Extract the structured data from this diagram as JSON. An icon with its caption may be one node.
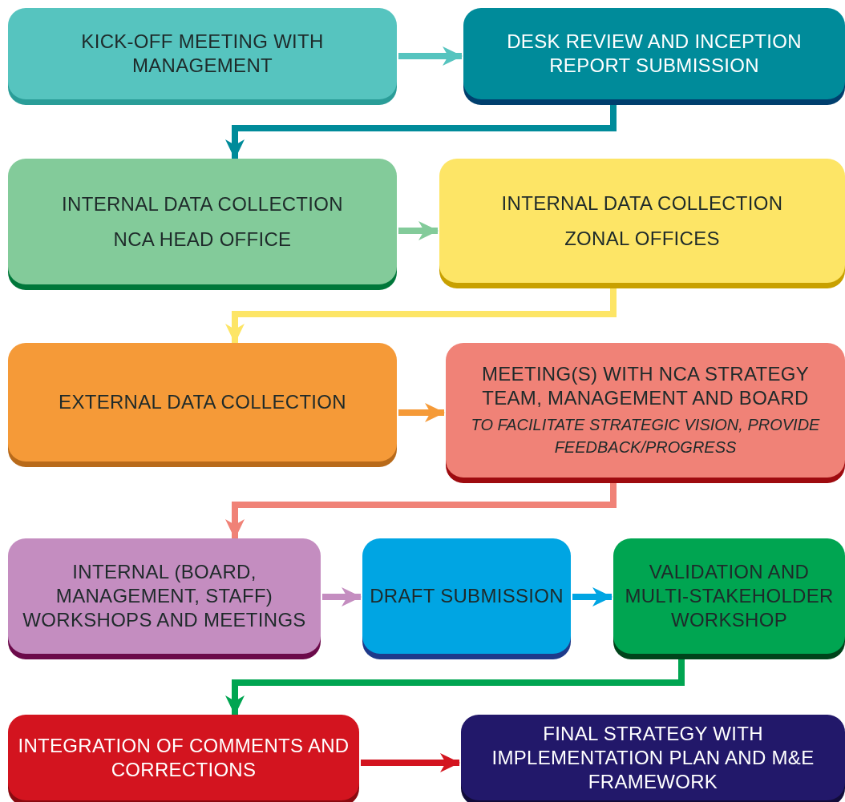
{
  "diagram": {
    "nodes": [
      {
        "text": [
          "KICK-OFF MEETING WITH MANAGEMENT"
        ]
      },
      {
        "text": [
          "DESK REVIEW AND INCEPTION REPORT SUBMISSION"
        ]
      },
      {
        "text": [
          "INTERNAL DATA COLLECTION",
          "NCA HEAD OFFICE"
        ]
      },
      {
        "text": [
          "INTERNAL DATA COLLECTION",
          "ZONAL OFFICES"
        ]
      },
      {
        "text": [
          "EXTERNAL DATA COLLECTION"
        ]
      },
      {
        "text": [
          "MEETING(S) WITH NCA STRATEGY TEAM, MANAGEMENT AND BOARD",
          "TO FACILITATE STRATEGIC VISION, PROVIDE FEEDBACK/PROGRESS"
        ]
      },
      {
        "text": [
          "INTERNAL (BOARD, MANAGEMENT, STAFF) WORKSHOPS AND MEETINGS"
        ]
      },
      {
        "text": [
          "DRAFT SUBMISSION"
        ]
      },
      {
        "text": [
          "VALIDATION AND MULTI-STAKEHOLDER WORKSHOP"
        ]
      },
      {
        "text": [
          "INTEGRATION OF COMMENTS AND CORRECTIONS"
        ]
      },
      {
        "text": [
          "FINAL STRATEGY WITH IMPLEMENTATION PLAN AND M&E FRAMEWORK"
        ]
      }
    ],
    "edges": [
      {
        "from": 0,
        "to": 1,
        "arrow": "to",
        "color": "#56c4bf"
      },
      {
        "from": 1,
        "to": 2,
        "arrow": "to",
        "color": "#008b9a"
      },
      {
        "from": 2,
        "to": 3,
        "arrow": "to",
        "color": "#83cb9a"
      },
      {
        "from": 3,
        "to": 4,
        "arrow": "to",
        "color": "#fde566"
      },
      {
        "from": 4,
        "to": 5,
        "arrow": "to",
        "color": "#f59a38"
      },
      {
        "from": 5,
        "to": 6,
        "arrow": "to",
        "color": "#f08277"
      },
      {
        "from": 6,
        "to": 7,
        "arrow": "to",
        "color": "#c48dc0"
      },
      {
        "from": 7,
        "to": 8,
        "arrow": "to",
        "color": "#00a5e3"
      },
      {
        "from": 8,
        "to": 9,
        "arrow": "to",
        "color": "#00a551"
      },
      {
        "from": 9,
        "to": 10,
        "arrow": "to",
        "color": "#d3141f"
      }
    ]
  }
}
